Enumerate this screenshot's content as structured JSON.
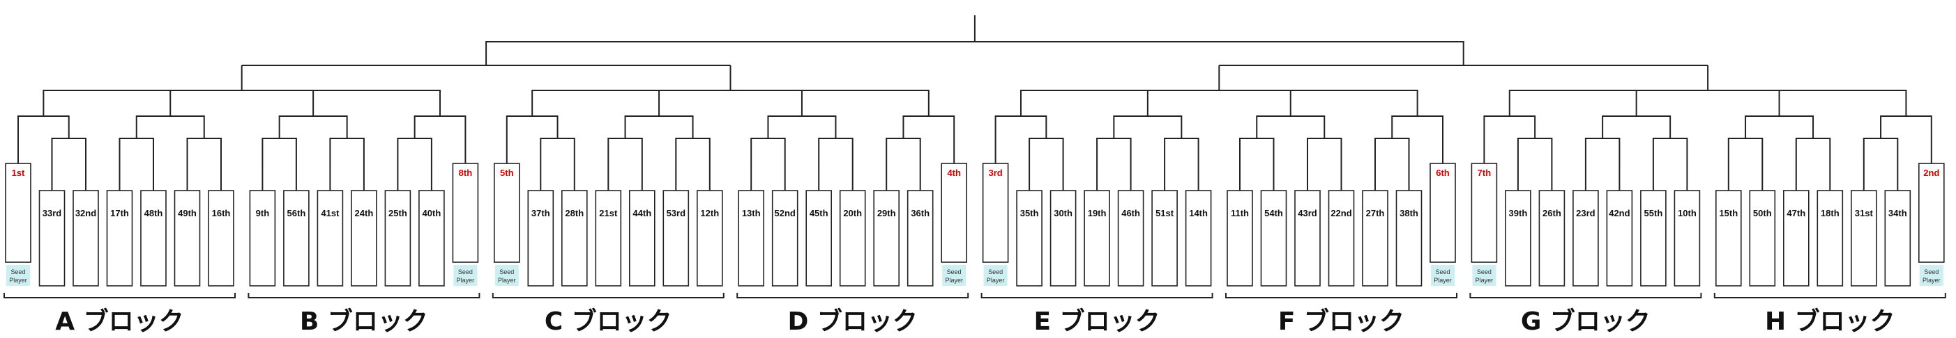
{
  "colors": {
    "line": "#222222",
    "seed_rank": "#d40000",
    "rank": "#111111",
    "seed_bg": "#cdeff2"
  },
  "seed_label": [
    "Seed",
    "Player"
  ],
  "blocks": [
    {
      "label": "A ブロック",
      "seed": {
        "rank": "1st",
        "position": "left"
      },
      "slots": [
        "33rd",
        "32nd",
        "17th",
        "48th",
        "49th",
        "16th"
      ]
    },
    {
      "label": "B ブロック",
      "seed": {
        "rank": "8th",
        "position": "right"
      },
      "slots": [
        "9th",
        "56th",
        "41st",
        "24th",
        "25th",
        "40th"
      ]
    },
    {
      "label": "C ブロック",
      "seed": {
        "rank": "5th",
        "position": "left"
      },
      "slots": [
        "37th",
        "28th",
        "21st",
        "44th",
        "53rd",
        "12th"
      ]
    },
    {
      "label": "D ブロック",
      "seed": {
        "rank": "4th",
        "position": "right"
      },
      "slots": [
        "13th",
        "52nd",
        "45th",
        "20th",
        "29th",
        "36th"
      ]
    },
    {
      "label": "E ブロック",
      "seed": {
        "rank": "3rd",
        "position": "left"
      },
      "slots": [
        "35th",
        "30th",
        "19th",
        "46th",
        "51st",
        "14th"
      ]
    },
    {
      "label": "F ブロック",
      "seed": {
        "rank": "6th",
        "position": "right"
      },
      "slots": [
        "11th",
        "54th",
        "43rd",
        "22nd",
        "27th",
        "38th"
      ]
    },
    {
      "label": "G ブロック",
      "seed": {
        "rank": "7th",
        "position": "left"
      },
      "slots": [
        "39th",
        "26th",
        "23rd",
        "42nd",
        "55th",
        "10th"
      ]
    },
    {
      "label": "H ブロック",
      "seed": {
        "rank": "2nd",
        "position": "right"
      },
      "slots": [
        "15th",
        "50th",
        "47th",
        "18th",
        "31st",
        "34th"
      ]
    }
  ]
}
